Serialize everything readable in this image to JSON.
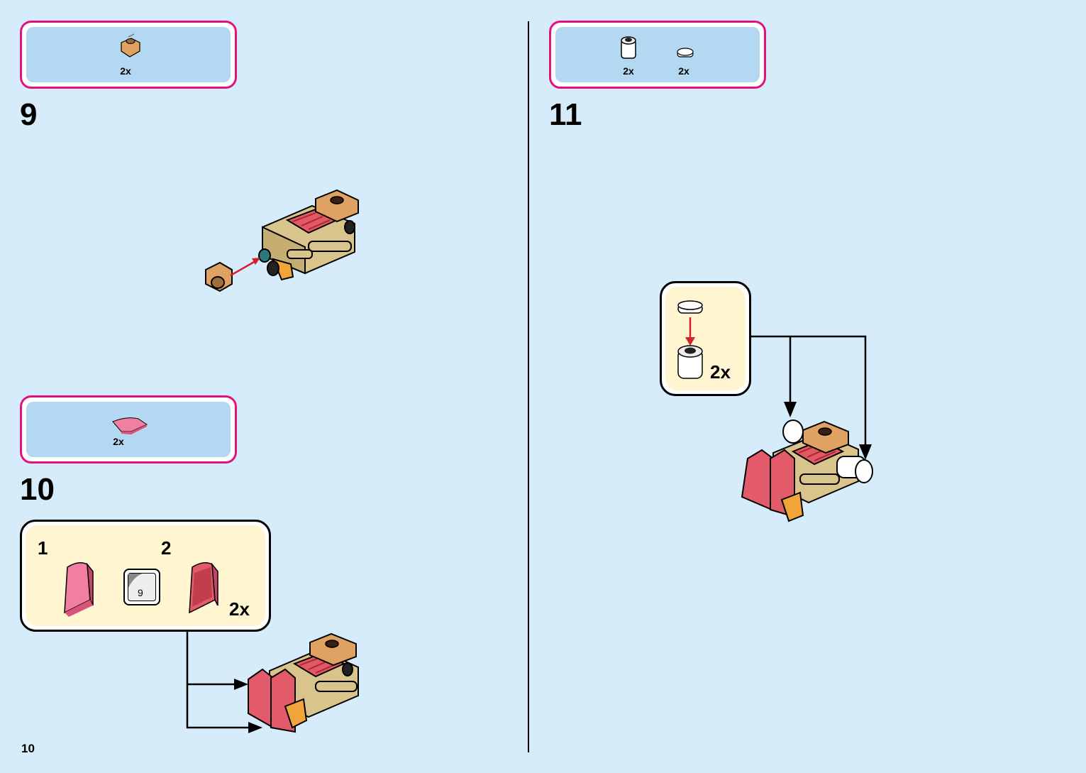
{
  "page_number": "10",
  "steps": [
    {
      "number": "9",
      "parts": [
        {
          "qty": "2x",
          "icon": "tan-round-plate-icon"
        }
      ]
    },
    {
      "number": "10",
      "parts": [
        {
          "qty": "2x",
          "icon": "pink-curved-slope-icon"
        }
      ],
      "subassembly": {
        "sub_step_1": "1",
        "sub_step_2": "2",
        "sticker_ref": "9",
        "qty": "2x"
      }
    },
    {
      "number": "11",
      "parts": [
        {
          "qty": "2x",
          "icon": "white-round-brick-icon"
        },
        {
          "qty": "2x",
          "icon": "white-round-tile-icon"
        }
      ],
      "subassembly": {
        "qty": "2x"
      }
    }
  ],
  "colors": {
    "accent": "#e3127a",
    "background": "#d6ecfa",
    "parts_fill": "#b5d8f2",
    "subassembly_fill": "#fff6d1",
    "arrow_red": "#d3202a"
  }
}
